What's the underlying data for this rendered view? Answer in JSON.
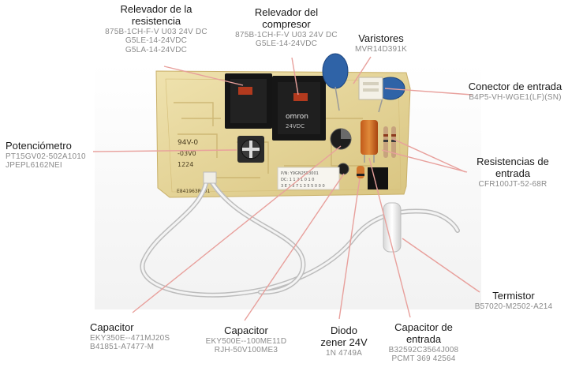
{
  "colors": {
    "board": "#e6d59a",
    "leader": "#e7a29f",
    "title": "#1a1a1a",
    "part_number": "#8a8a8a"
  },
  "board_print": {
    "rating": "94V-0",
    "code": "-03V0",
    "date": "1224",
    "serial": "E841963R001",
    "sticker_lines": [
      "P/N: Y9GN2553001",
      "DC: 1 1 2 1 0 1 0",
      "3 E 1 3 7 1 3 5 5 0 0 0"
    ],
    "relay_brand": "omron",
    "relay_rating": "24VDC"
  },
  "labels": {
    "relevador_resistencia": {
      "title": [
        "Relevador de la",
        "resistencia"
      ],
      "parts": [
        "875B-1CH-F-V U03 24V DC",
        "G5LE-14-24VDC",
        "G5LA-14-24VDC"
      ]
    },
    "relevador_compresor": {
      "title": [
        "Relevador del",
        "compresor"
      ],
      "parts": [
        "875B-1CH-F-V U03 24V DC",
        "G5LE-14-24VDC"
      ]
    },
    "varistores": {
      "title": [
        "Varistores"
      ],
      "parts": [
        "MVR14D391K"
      ]
    },
    "conector_entrada": {
      "title": [
        "Conector de entrada"
      ],
      "parts": [
        "B4P5-VH-WGE1(LF)(SN)"
      ]
    },
    "potenciometro": {
      "title": [
        "Potenciómetro"
      ],
      "parts": [
        "PT15GV02-502A1010",
        "JPEPL6162NEI"
      ]
    },
    "resistencias_entrada": {
      "title": [
        "Resistencias de",
        "entrada"
      ],
      "parts": [
        "CFR100JT-52-68R"
      ]
    },
    "termistor": {
      "title": [
        "Termistor"
      ],
      "parts": [
        "B57020-M2502-A214"
      ]
    },
    "capacitor_1": {
      "title": [
        "Capacitor"
      ],
      "parts": [
        "EKY350E--471MJ20S",
        "B41851-A7477-M"
      ]
    },
    "capacitor_2": {
      "title": [
        "Capacitor"
      ],
      "parts": [
        "EKY500E--100ME11D",
        "RJH-50V100ME3"
      ]
    },
    "diodo_zener": {
      "title": [
        "Diodo",
        "zener 24V"
      ],
      "parts": [
        "1N 4749A"
      ]
    },
    "capacitor_entrada": {
      "title": [
        "Capacitor de",
        "entrada"
      ],
      "parts": [
        "B32592C3564J008",
        "PCMT 369 42564"
      ]
    }
  }
}
